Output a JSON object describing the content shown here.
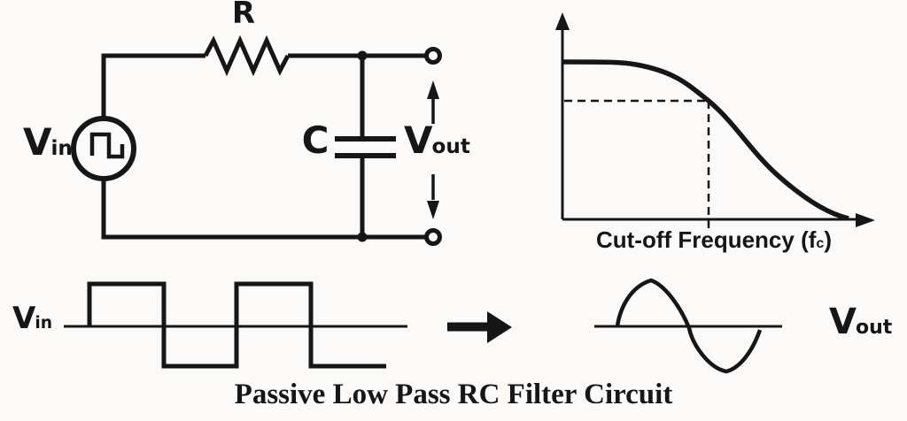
{
  "title": "Passive Low Pass RC Filter Circuit",
  "colors": {
    "ink": "#161616",
    "background": "#fbfaf8"
  },
  "circuit": {
    "resistor_label": "R",
    "capacitor_label": "C",
    "source_label": {
      "base": "V",
      "sub": "in"
    },
    "output_label": {
      "base": "V",
      "sub": "out"
    }
  },
  "frequency_response": {
    "x_axis_label": {
      "prefix": "Cut-off Frequency (f",
      "sub": "c",
      "suffix": ")"
    }
  },
  "input_waveform": {
    "label": {
      "base": "V",
      "sub": "in"
    }
  },
  "output_waveform": {
    "label": {
      "base": "V",
      "sub": "out"
    }
  }
}
